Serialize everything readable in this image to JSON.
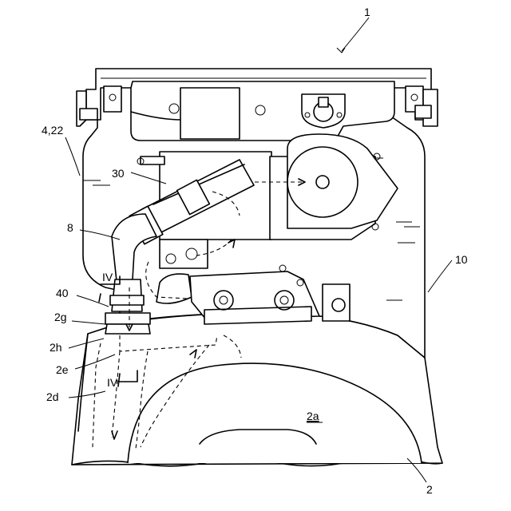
{
  "labels": {
    "ref_1": "1",
    "ref_4_22": "4,22",
    "ref_30": "30",
    "ref_8": "8",
    "ref_10": "10",
    "ref_40": "40",
    "ref_2g": "2g",
    "ref_2h": "2h",
    "ref_2e": "2e",
    "ref_2d": "2d",
    "ref_2a": "2a",
    "ref_2": "2",
    "section_top": "IV",
    "section_bottom": "IV"
  }
}
